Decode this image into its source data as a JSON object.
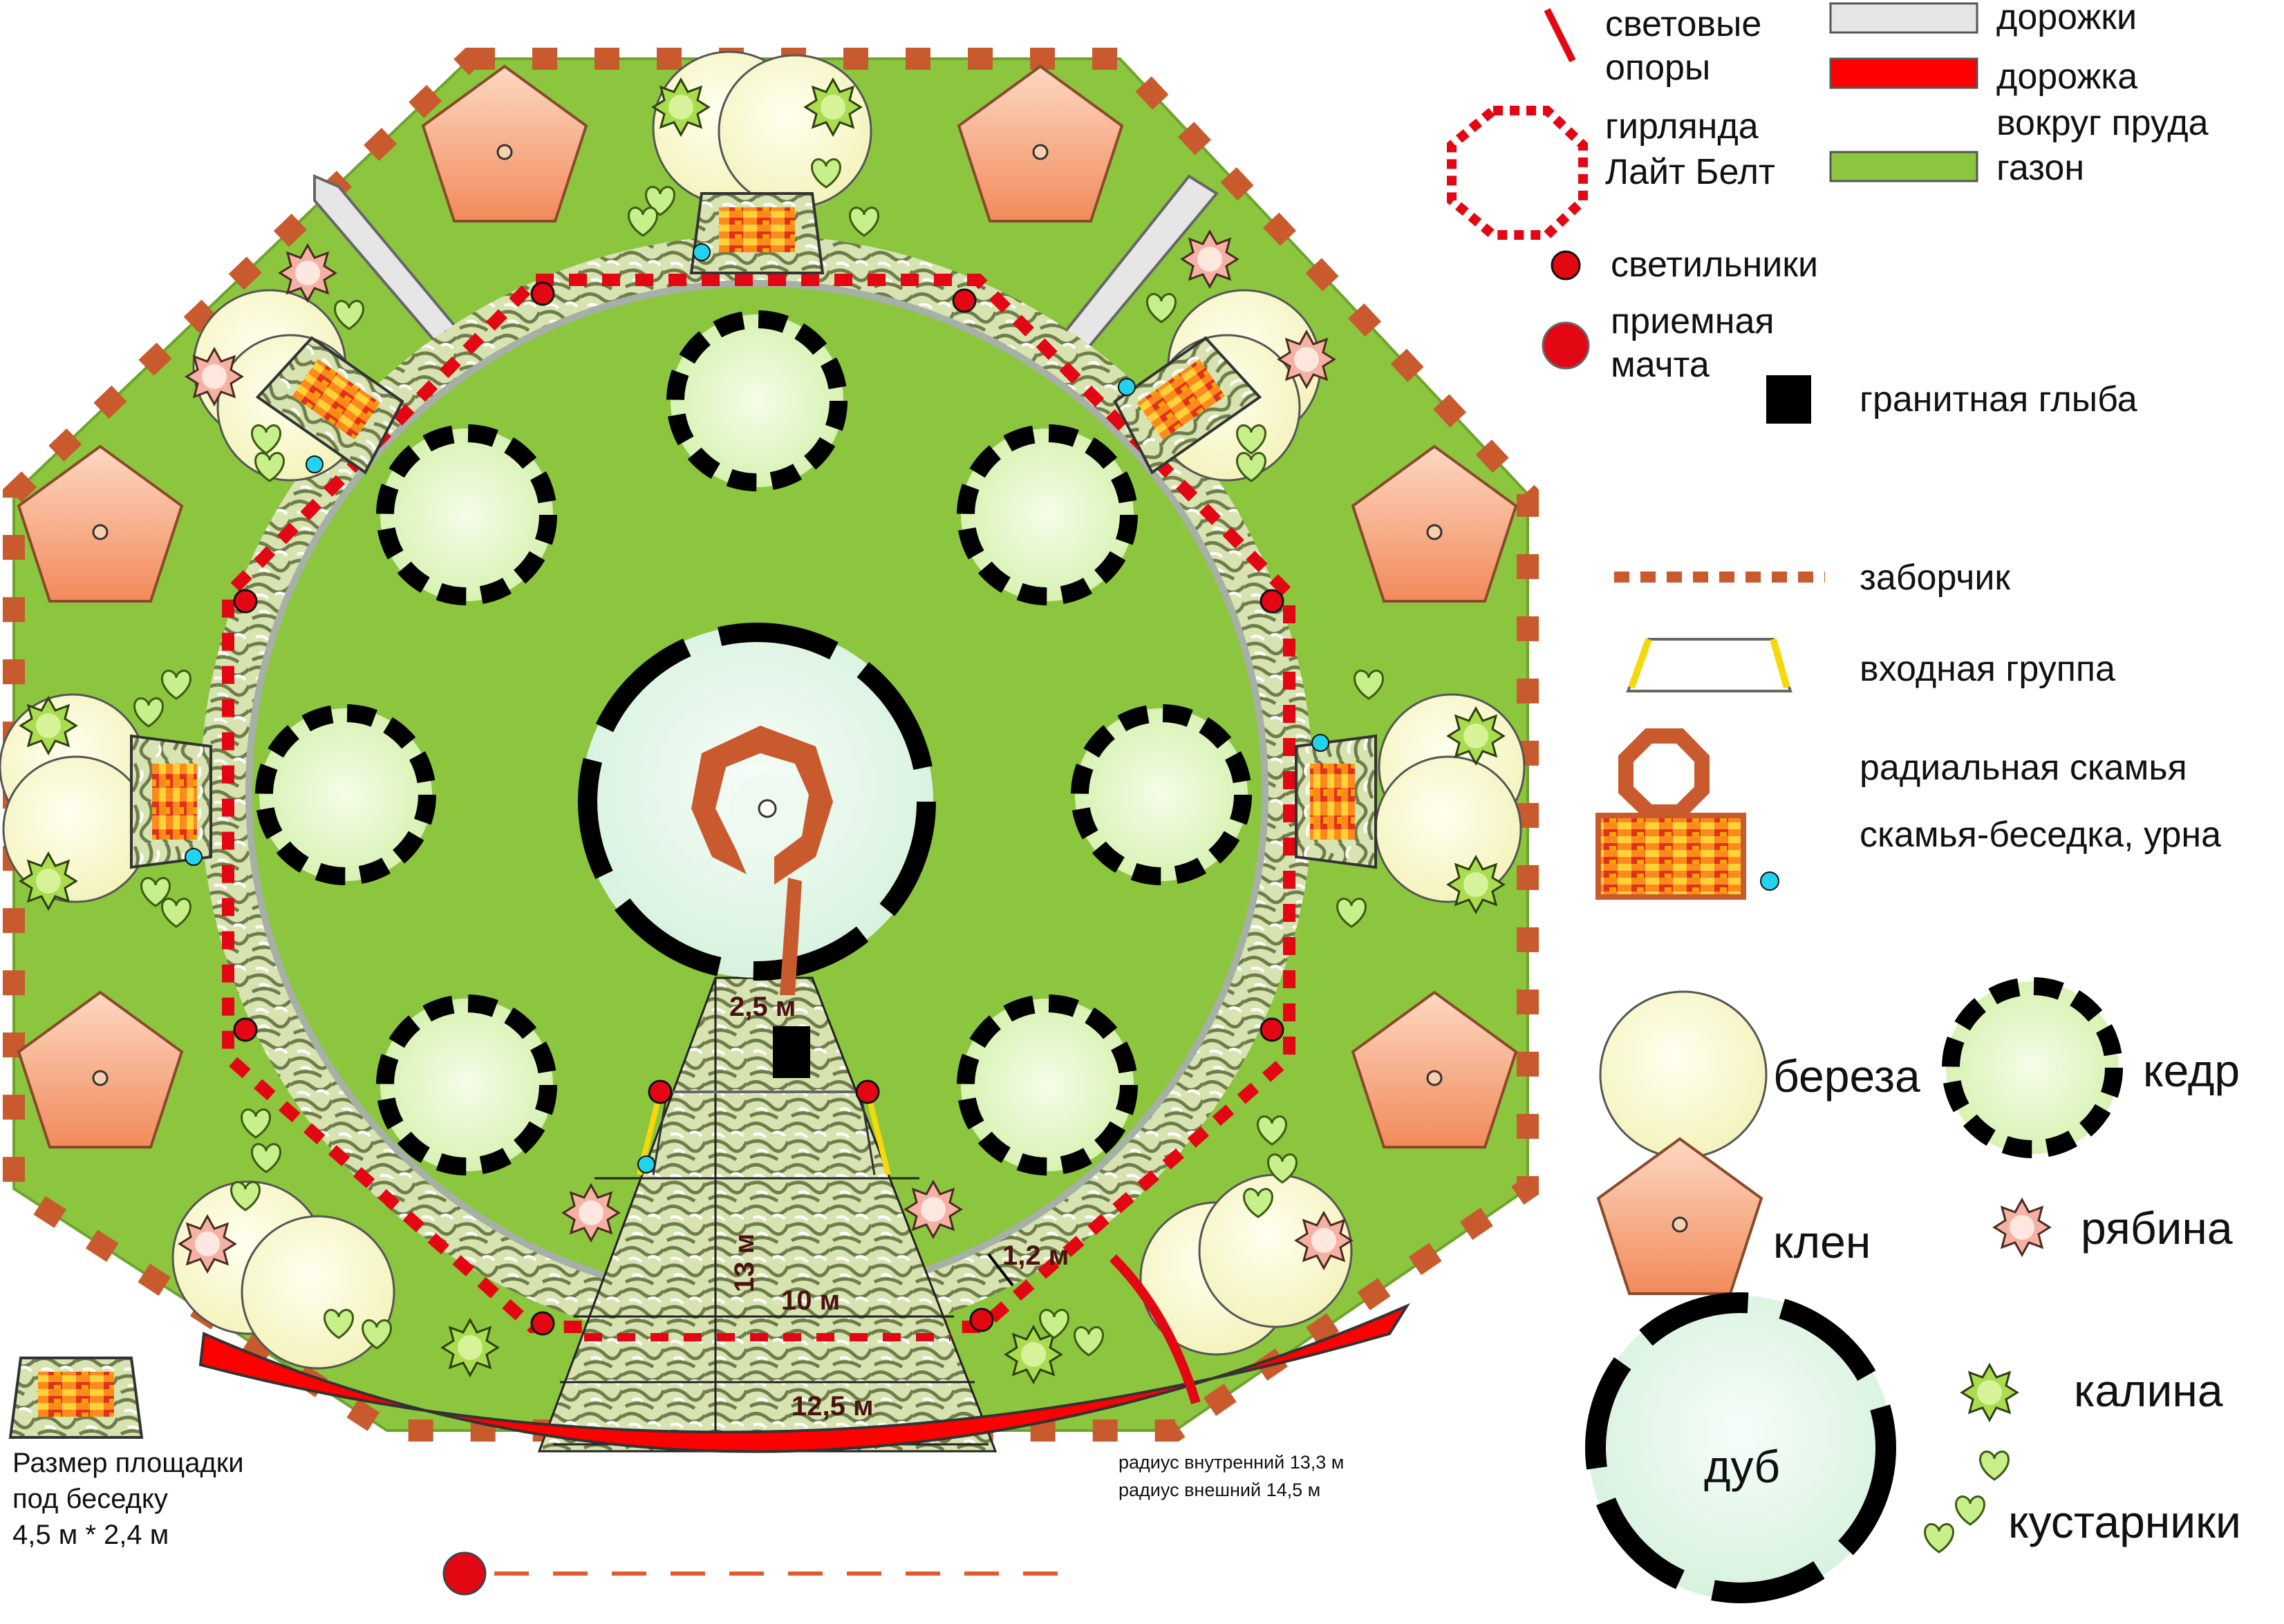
{
  "colors": {
    "lawn": "#8cc63f",
    "lawn_stroke": "#5d8c22",
    "path_gray": "#d9d9d9",
    "pond_path": "#ff1a1a",
    "fence": "#c85a2e",
    "garland": "#e30613",
    "birch": "#fdfbd7",
    "cedar_fill": "#eafbd4",
    "maple": "#f6a47f",
    "rowan": "#f6b2a0",
    "viburnum": "#b9e56d",
    "shrub": "#c7f08a",
    "bin": "#22d3ee",
    "granite": "#000000"
  },
  "icons": {
    "light_pole": "red-slash-icon",
    "garland": "dotted-octagon-icon",
    "lamp": "red-dot-icon",
    "mast": "red-circle-icon",
    "granite": "black-square-icon",
    "fence": "dashed-line-icon",
    "entrance": "trapezoid-frame-icon",
    "radial_bench": "octagon-ring-icon",
    "gazebo_bench": "pattern-rect-icon",
    "bin": "cyan-dot-icon",
    "birch": "pale-circle-icon",
    "cedar": "dashed-ring-icon",
    "maple": "pentagon-icon",
    "rowan": "star-flower-icon",
    "oak": "segmented-ring-icon",
    "viburnum": "star-icon",
    "shrubs": "heart-icon"
  },
  "legend": {
    "light_poles": [
      "световые",
      "опоры"
    ],
    "paths": "дорожки",
    "pond_path": [
      "дорожка",
      "вокруг пруда"
    ],
    "garland": [
      "гирлянда",
      "Лайт Белт"
    ],
    "lawn": "газон",
    "lamps": "светильники",
    "mast": [
      "приемная",
      "мачта"
    ],
    "granite": "гранитная глыба",
    "fence": "заборчик",
    "entrance": "входная группа",
    "radial_bench": "радиальная скамья",
    "gazebo_bench": "скамья-беседка, урна",
    "birch": "береза",
    "cedar": "кедр",
    "maple": "клен",
    "rowan": "рябина",
    "oak": "дуб",
    "viburnum": "калина",
    "shrubs": "кустарники"
  },
  "dimensions": {
    "mast_gap": "2,5 м",
    "length": "13 м",
    "width_inner": "10 м",
    "width_outer": "12,5 м",
    "path_width": "1,2 м"
  },
  "radius_note": [
    "радиус внутренний 13,3 м",
    "радиус внешний 14,5 м"
  ],
  "gazebo_note": [
    "Размер площадки",
    "под беседку",
    "4,5 м * 2,4 м"
  ]
}
